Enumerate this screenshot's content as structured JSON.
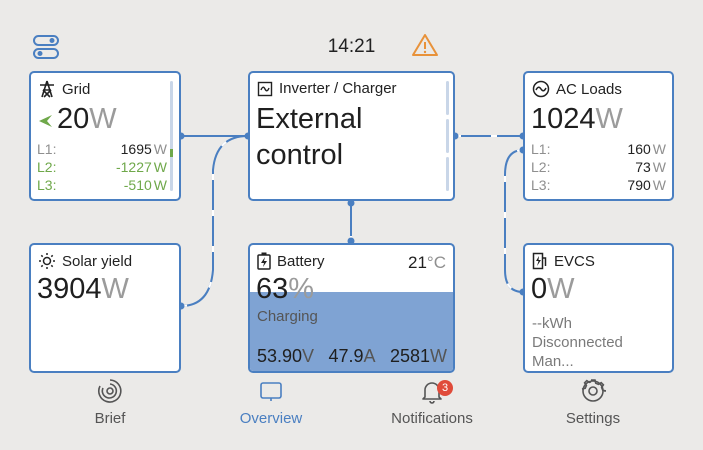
{
  "status_bar": {
    "time": "14:21"
  },
  "grid": {
    "title": "Grid",
    "power_value": "20",
    "power_unit": "W",
    "lines": [
      {
        "label": "L1:",
        "value": "1695",
        "unit": "W"
      },
      {
        "label": "L2:",
        "value": "-1227",
        "unit": "W"
      },
      {
        "label": "L3:",
        "value": "-510",
        "unit": "W"
      }
    ]
  },
  "inverter": {
    "title": "Inverter / Charger",
    "state_line1": "External",
    "state_line2": "control"
  },
  "ac_loads": {
    "title": "AC Loads",
    "power_value": "1024",
    "power_unit": "W",
    "lines": [
      {
        "label": "L1:",
        "value": "160",
        "unit": "W"
      },
      {
        "label": "L2:",
        "value": "73",
        "unit": "W"
      },
      {
        "label": "L3:",
        "value": "790",
        "unit": "W"
      }
    ]
  },
  "solar": {
    "title": "Solar yield",
    "power_value": "3904",
    "power_unit": "W"
  },
  "battery": {
    "title": "Battery",
    "temperature_value": "21",
    "temperature_unit": "°C",
    "soc_value": "63",
    "soc_unit": "%",
    "soc_fraction": 0.63,
    "state": "Charging",
    "voltage_value": "53.90",
    "voltage_unit": "V",
    "current_value": "47.9",
    "current_unit": "A",
    "power_value": "2581",
    "power_unit": "W"
  },
  "evcs": {
    "title": "EVCS",
    "power_value": "0",
    "power_unit": "W",
    "energy": "--kWh",
    "status": "Disconnected",
    "mode": "Man..."
  },
  "nav": {
    "brief": "Brief",
    "overview": "Overview",
    "notifications": "Notifications",
    "notifications_count": "3",
    "settings": "Settings"
  },
  "colors": {
    "accent": "#4a7fc1",
    "battery_fill": "#7fa3d3",
    "positive_green": "#6fa84a",
    "warning": "#e8923a",
    "badge": "#e04b3a"
  }
}
